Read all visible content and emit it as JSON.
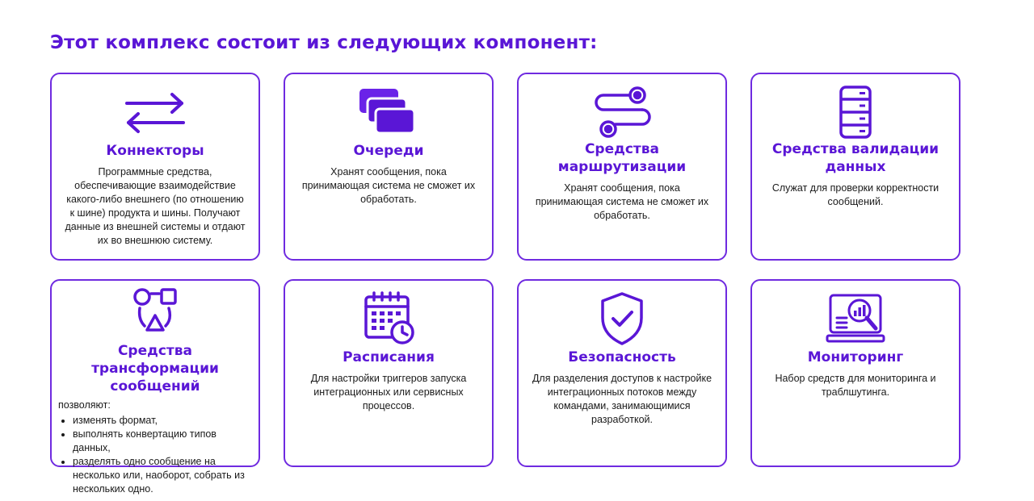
{
  "heading": "Этот комплекс состоит из следующих компонент:",
  "colors": {
    "accent": "#5a16d6",
    "border": "#6f2ae0"
  },
  "cards": [
    {
      "icon": "exchange-arrows-icon",
      "title": "Коннекторы",
      "text": "Программные средства, обеспечивающие взаимодействие какого-либо внешнего (по отношению к шине) продукта и шины. Получают данные из внешней системы и отдают их во внешнюю систему."
    },
    {
      "icon": "stacked-queues-icon",
      "title": "Очереди",
      "text": "Хранят сообщения, пока принимающая система не сможет их обработать."
    },
    {
      "icon": "route-icon",
      "title": "Средства маршрутизации",
      "text": "Хранят сообщения, пока принимающая система не сможет их обработать."
    },
    {
      "icon": "database-icon",
      "title": "Средства валидации данных",
      "text": "Служат для проверки корректности сообщений."
    },
    {
      "icon": "shapes-transform-icon",
      "title": "Средства трансформации сообщений",
      "intro": "позволяют:",
      "items": [
        "изменять формат,",
        "выполнять конвертацию типов данных,",
        "разделять одно сообщение на несколько или, наоборот, собрать из нескольких одно."
      ]
    },
    {
      "icon": "calendar-clock-icon",
      "title": "Расписания",
      "text": "Для настройки триггеров запуска интеграционных или сервисных процессов."
    },
    {
      "icon": "shield-check-icon",
      "title": "Безопасность",
      "text": "Для разделения доступов к настройке интеграционных потоков между командами, занимающимися разработкой."
    },
    {
      "icon": "monitor-magnifier-icon",
      "title": "Мониторинг",
      "text": "Набор средств для мониторинга и траблшутинга."
    }
  ]
}
